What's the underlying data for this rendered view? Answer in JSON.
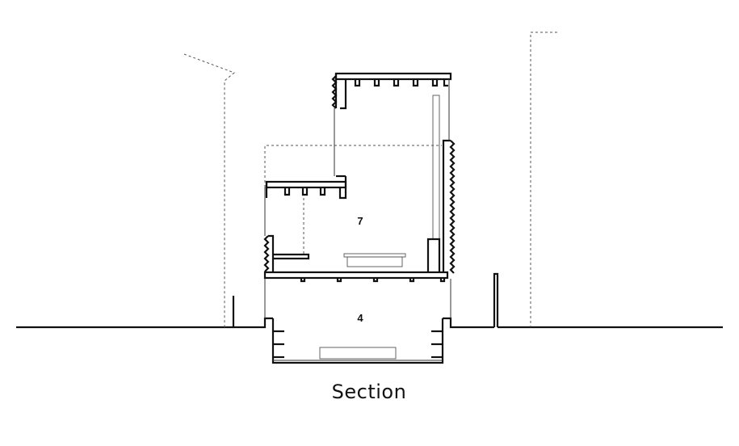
{
  "drawing": {
    "room_upper_label": "7",
    "room_lower_label": "4",
    "caption": "Section"
  }
}
